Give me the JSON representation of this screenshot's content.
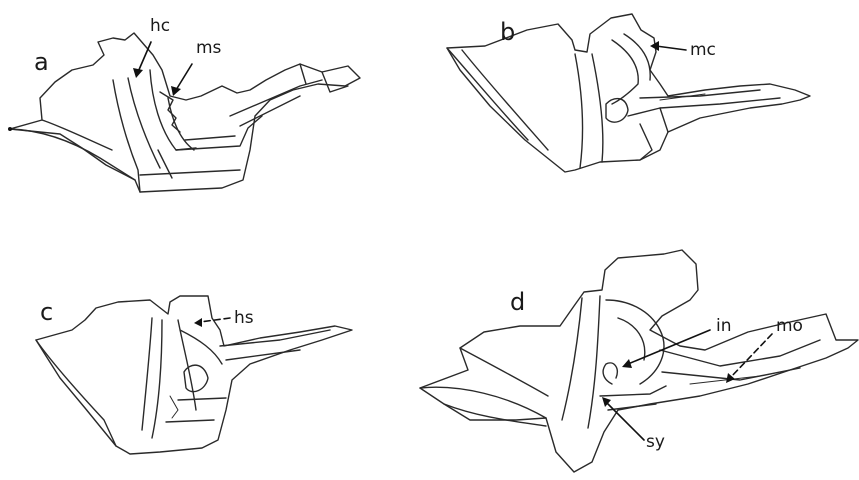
{
  "panels": {
    "a": {
      "label": "a",
      "annotations": [
        "hc",
        "ms"
      ]
    },
    "b": {
      "label": "b",
      "annotations": [
        "mc"
      ]
    },
    "c": {
      "label": "c",
      "annotations": [
        "hs"
      ]
    },
    "d": {
      "label": "d",
      "annotations": [
        "in",
        "mo",
        "sy"
      ]
    }
  },
  "colors": {
    "ink": "#2a2a2a",
    "background": "#ffffff"
  }
}
